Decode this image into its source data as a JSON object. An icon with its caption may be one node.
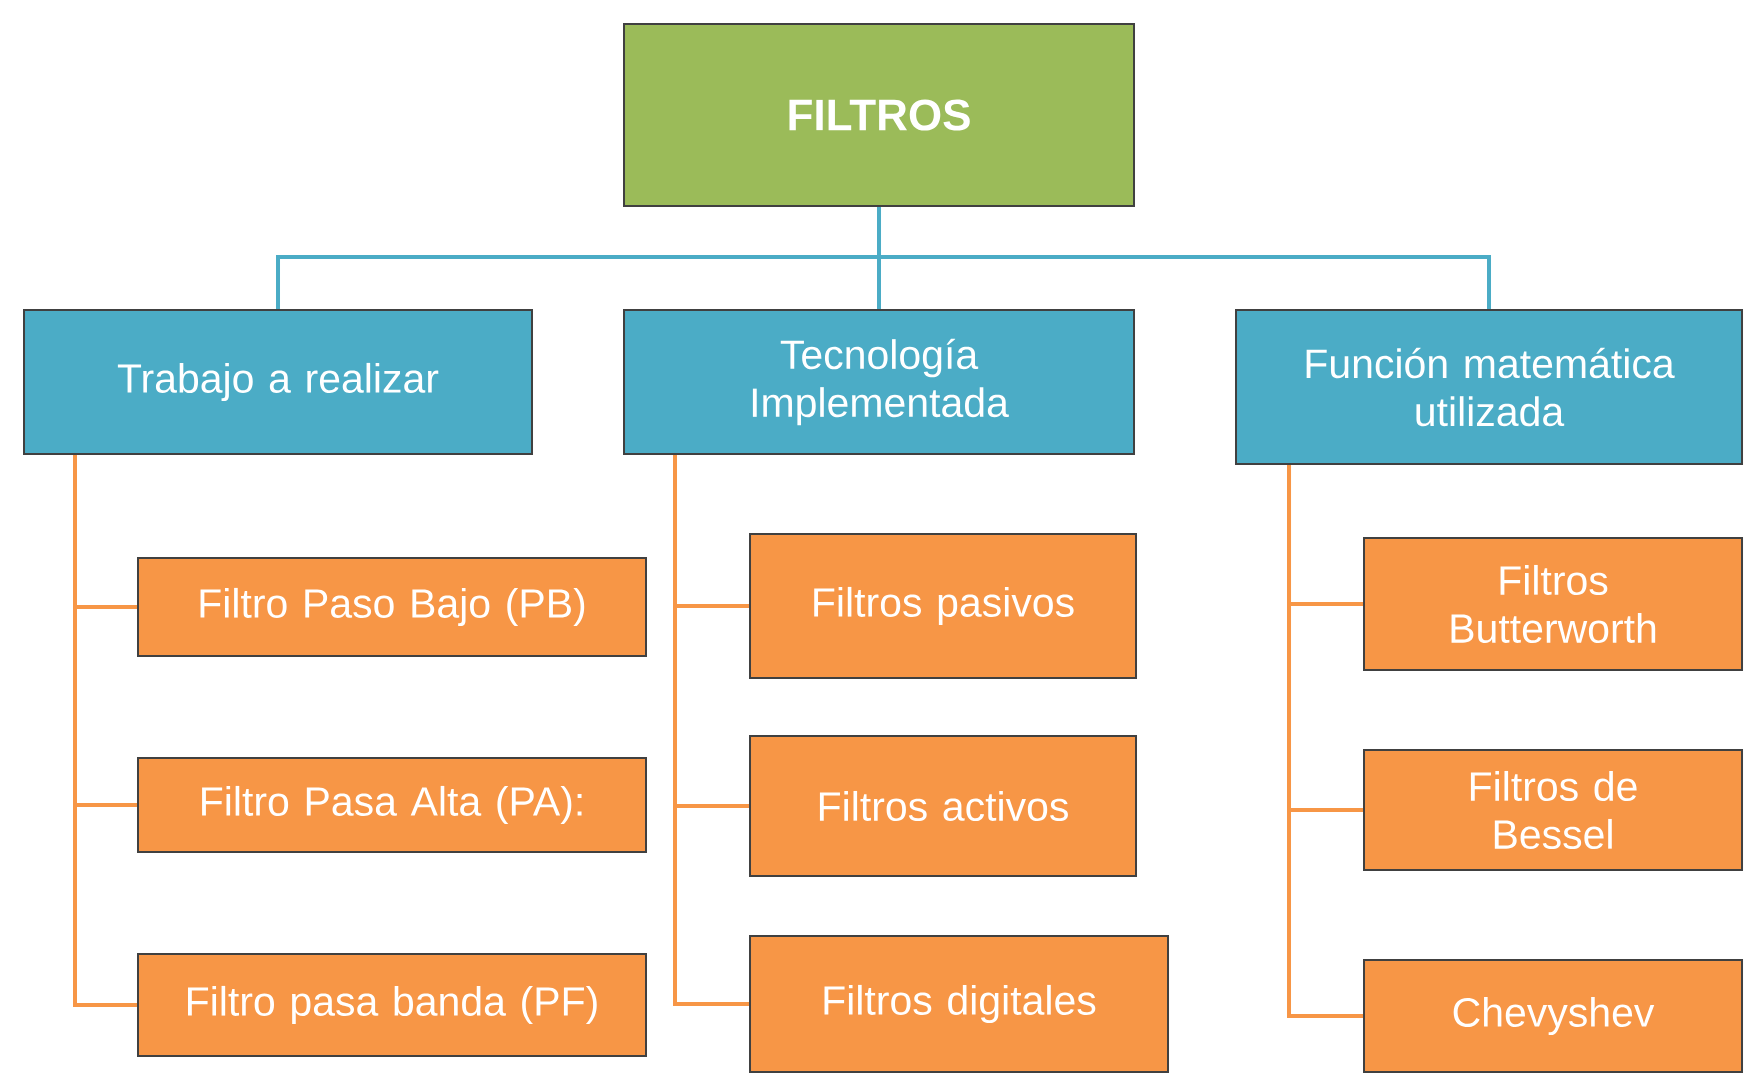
{
  "diagram": {
    "nodes": [
      {
        "text": [
          "FILTROS"
        ]
      },
      {
        "text": [
          "Trabajo a realizar"
        ]
      },
      {
        "text": [
          "Tecnología Implementada"
        ]
      },
      {
        "text": [
          "Función matemática utilizada"
        ]
      },
      {
        "text": [
          "Filtro Paso Bajo (PB)"
        ]
      },
      {
        "text": [
          "Filtro Pasa Alta (PA):"
        ]
      },
      {
        "text": [
          "Filtro pasa banda (PF)"
        ]
      },
      {
        "text": [
          "Filtros pasivos"
        ]
      },
      {
        "text": [
          "Filtros activos"
        ]
      },
      {
        "text": [
          "Filtros digitales"
        ]
      },
      {
        "text": [
          "Filtros Butterworth"
        ]
      },
      {
        "text": [
          "Filtros de Bessel"
        ]
      },
      {
        "text": [
          "Chevyshev"
        ]
      }
    ],
    "edges": [
      {
        "from": 0,
        "to": 1,
        "arrow": "none",
        "color": "#4bacc6"
      },
      {
        "from": 0,
        "to": 2,
        "arrow": "none",
        "color": "#4bacc6"
      },
      {
        "from": 0,
        "to": 3,
        "arrow": "none",
        "color": "#4bacc6"
      },
      {
        "from": 1,
        "to": 4,
        "arrow": "none"
      },
      {
        "from": 1,
        "to": 5,
        "arrow": "none"
      },
      {
        "from": 1,
        "to": 6,
        "arrow": "none"
      },
      {
        "from": 2,
        "to": 7,
        "arrow": "none"
      },
      {
        "from": 2,
        "to": 8,
        "arrow": "none"
      },
      {
        "from": 2,
        "to": 9,
        "arrow": "none"
      },
      {
        "from": 3,
        "to": 10,
        "arrow": "none"
      },
      {
        "from": 3,
        "to": 11,
        "arrow": "none"
      },
      {
        "from": 3,
        "to": 12,
        "arrow": "none"
      }
    ]
  }
}
